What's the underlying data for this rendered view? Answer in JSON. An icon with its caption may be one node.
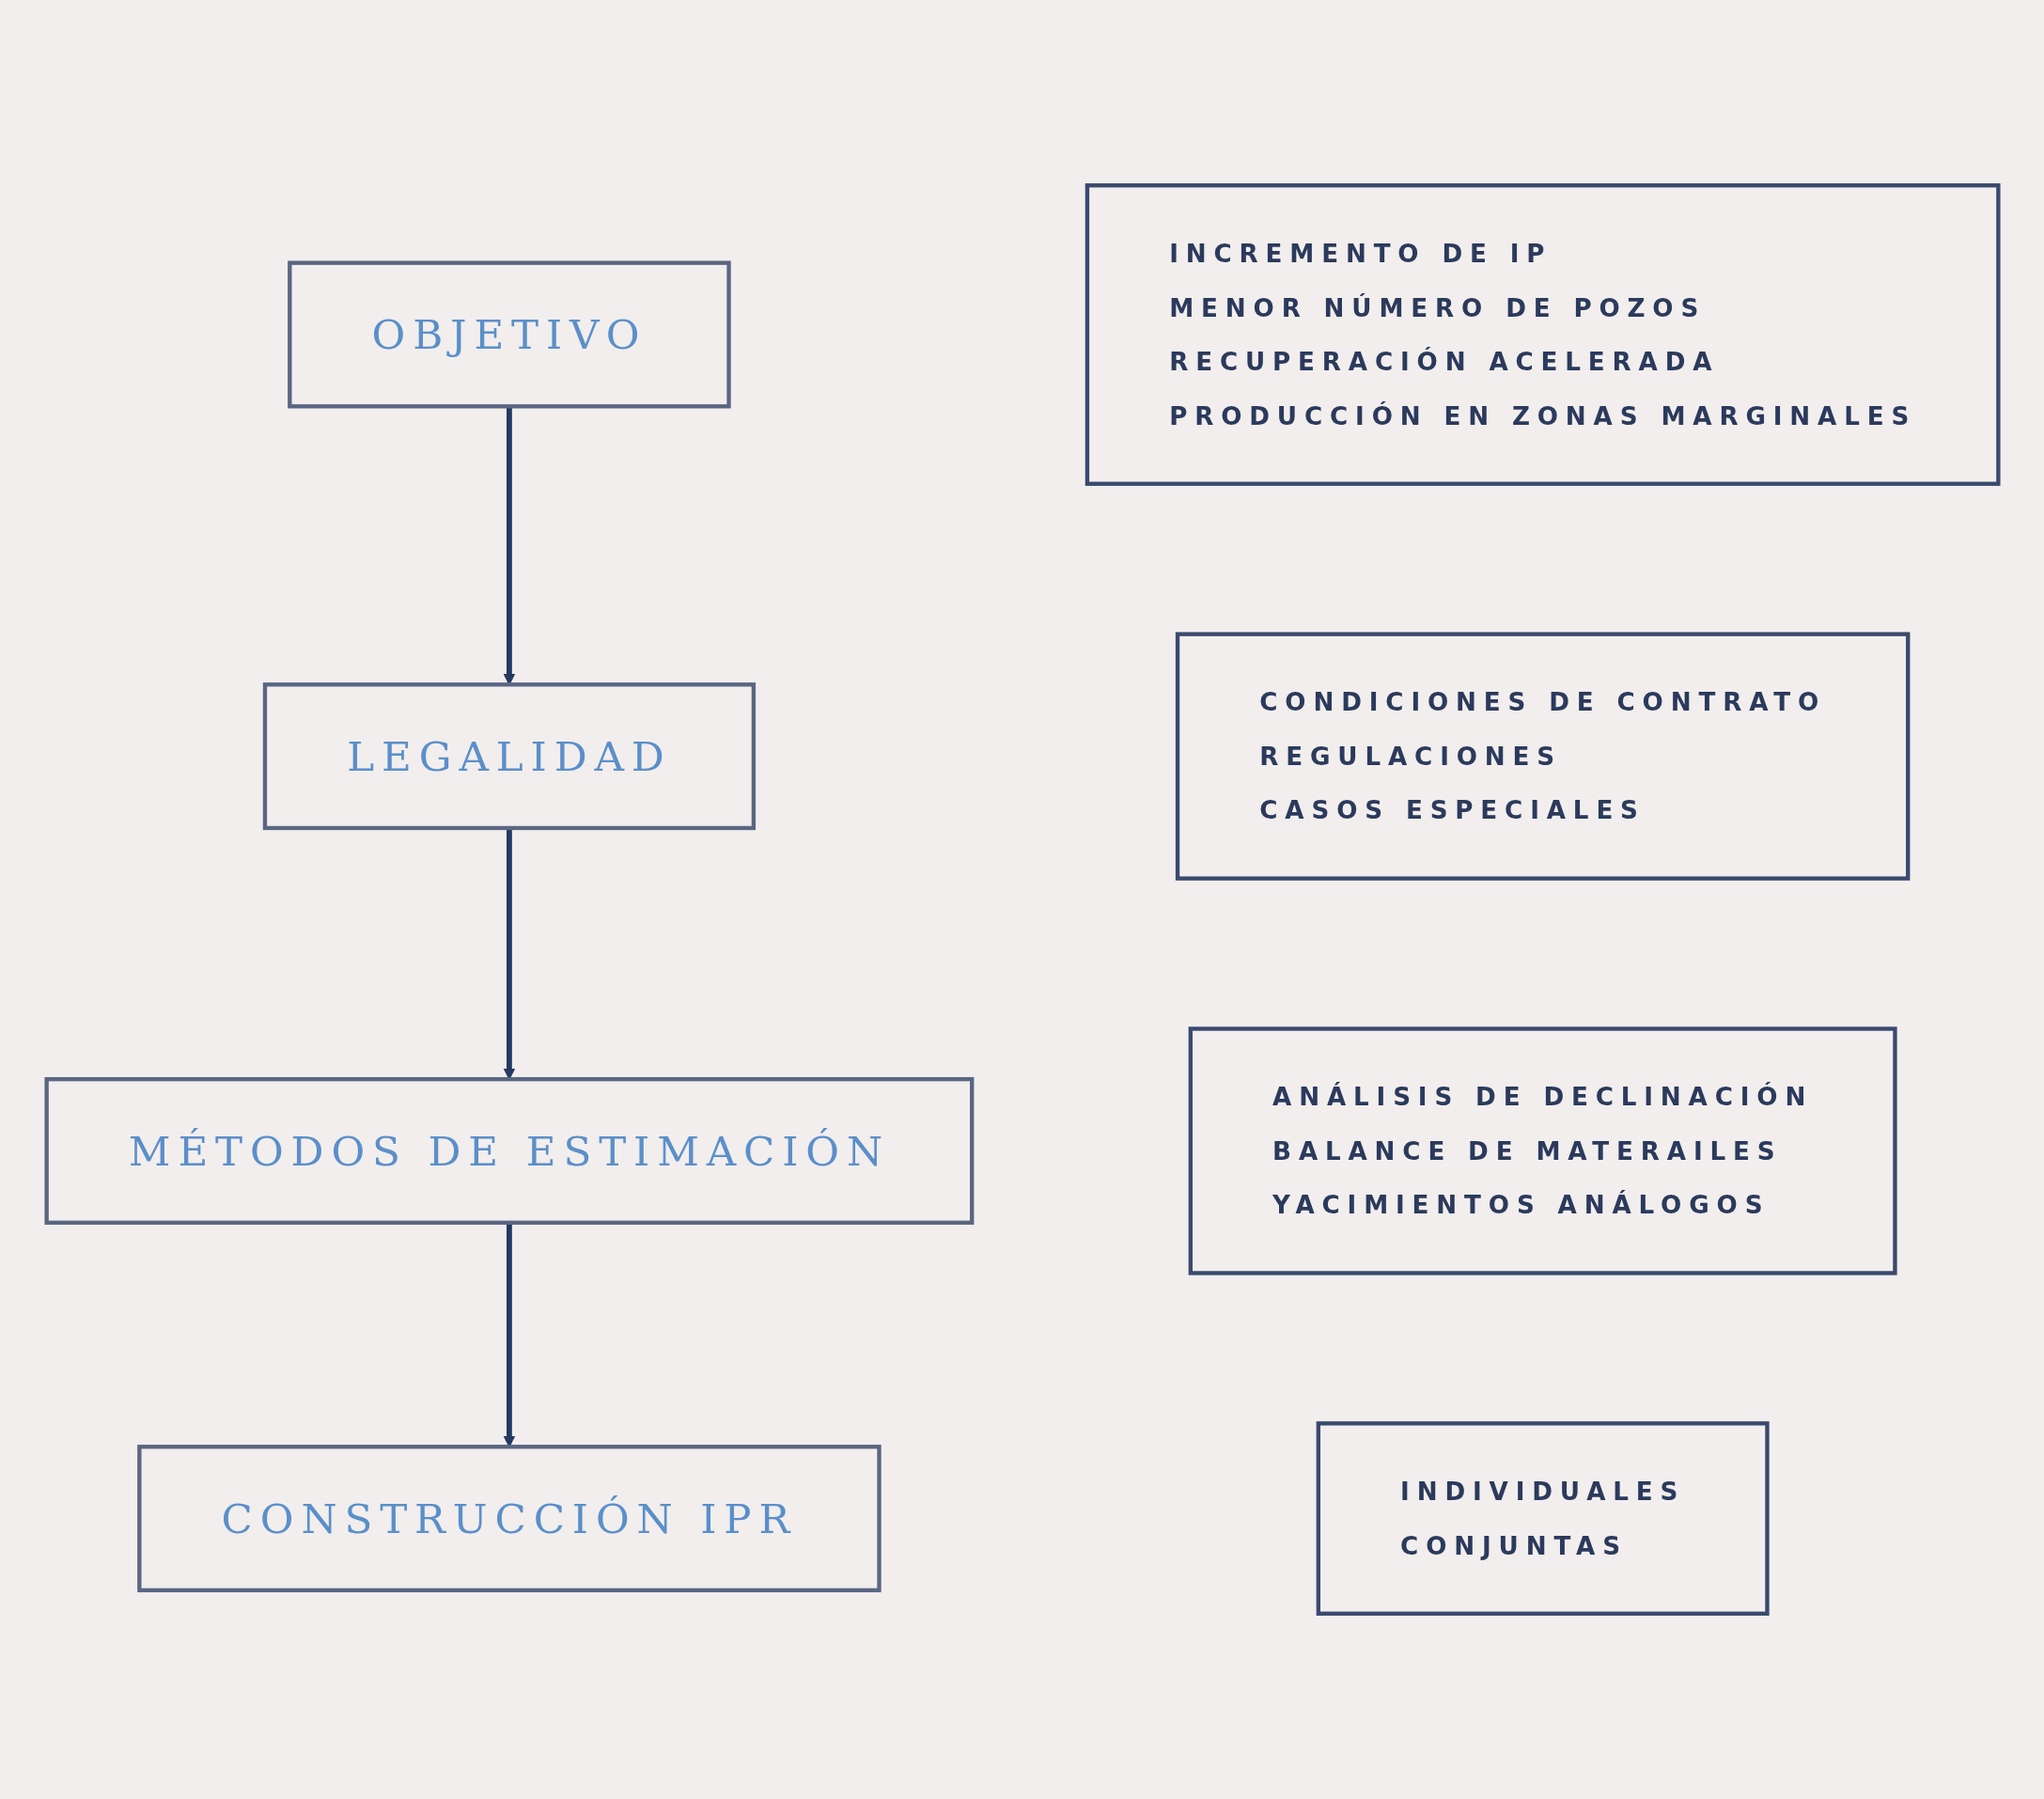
{
  "diagram": {
    "nodes": [
      {
        "text": [
          "OBJETIVO"
        ]
      },
      {
        "text": [
          "INCREMENTO DE IP",
          "MENOR NÚMERO DE POZOS",
          "RECUPERACIÓN ACELERADA",
          "PRODUCCIÓN EN ZONAS MARGINALES"
        ]
      },
      {
        "text": [
          "LEGALIDAD"
        ]
      },
      {
        "text": [
          "CONDICIONES DE CONTRATO",
          "REGULACIONES",
          "CASOS ESPECIALES"
        ]
      },
      {
        "text": [
          "MÉTODOS DE ESTIMACIÓN"
        ]
      },
      {
        "text": [
          "ANÁLISIS DE DECLINACIÓN",
          "BALANCE DE MATERAILES",
          "YACIMIENTOS ANÁLOGOS"
        ]
      },
      {
        "text": [
          "CONSTRUCCIÓN IPR"
        ]
      },
      {
        "text": [
          "INDIVIDUALES",
          "CONJUNTAS"
        ]
      }
    ],
    "edges": [
      {
        "from": 0,
        "to": 2,
        "arrow": "to"
      },
      {
        "from": 2,
        "to": 4,
        "arrow": "to"
      },
      {
        "from": 4,
        "to": 6,
        "arrow": "to"
      }
    ]
  }
}
